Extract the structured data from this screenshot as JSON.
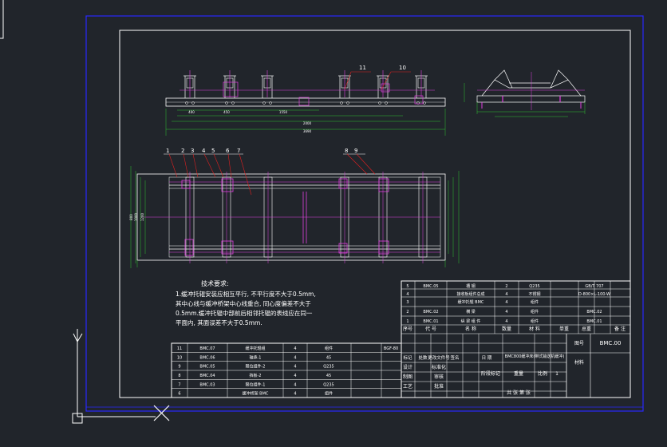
{
  "balloons_front": [
    "11",
    "10"
  ],
  "balloons_plan": [
    "1",
    "2",
    "3",
    "4",
    "5",
    "6",
    "7",
    "8",
    "9"
  ],
  "notes": {
    "title": "技术要求:",
    "lines": [
      "1.缓冲托辊安装应相互平行, 不平行度不大于0.5mm,",
      "  其中心线与缓冲桥架中心线重合, 同心度偏差不大于",
      "  0.5mm.缓冲托辊中部前后相邻托辊的表线应在同一",
      "  平面内, 其面误差不大于0.5mm."
    ]
  },
  "parts_right": [
    [
      "5",
      "BMC.05",
      "槽  钢",
      "2",
      "Q235",
      "GB/T 707"
    ],
    [
      "4",
      "",
      "接收板组件总成",
      "4",
      "不锈钢",
      "D-800×L-100-W"
    ],
    [
      "3",
      "",
      "缓冲托辊 BMC",
      "4",
      "组件",
      ""
    ],
    [
      "2",
      "BMC.02",
      "横  梁",
      "4",
      "组件",
      "BMC.02"
    ],
    [
      "1",
      "BMC.01",
      "纵 梁 组 件",
      "4",
      "组件",
      "BMC.01"
    ]
  ],
  "parts_right_header": [
    "序号",
    "代  号",
    "名  称",
    "数量",
    "材  料",
    "单重",
    "总重",
    "备  注"
  ],
  "parts_left": [
    [
      "11",
      "BMC.07",
      "缓冲托辊组",
      "4",
      "组件",
      "BGF-80"
    ],
    [
      "10",
      "BMC.06",
      "轴承-1",
      "4",
      "45",
      ""
    ],
    [
      "9",
      "BMC.05",
      "限位组件-2",
      "4",
      "Q235",
      ""
    ],
    [
      "8",
      "BMC.04",
      "挡板-2",
      "4",
      "45",
      ""
    ],
    [
      "7",
      "BMC.03",
      "限位组件-1",
      "4",
      "Q235",
      ""
    ],
    [
      "6",
      "",
      "缓冲桥架 BMC",
      "4",
      "组件",
      ""
    ]
  ],
  "title_block": {
    "drawing_no": "BMC.00",
    "title": "BMC800缓冲床(带式输送机缓冲)",
    "r1": [
      "标记",
      "处数",
      "更改文件号",
      "签名",
      "日 期"
    ],
    "r_design": "设计",
    "r_std": "标准化",
    "r_check": "审核",
    "r_craft": "工艺",
    "r_draw": "制图",
    "r_approve": "批准",
    "stage": "阶段标记",
    "weight": "重量",
    "scale": "比例",
    "scale_val": "1",
    "sheets": "共  张  第  张",
    "mat_lbl": "材料",
    "fig_lbl": "图号"
  },
  "front_dims": [
    "400",
    "450",
    "1550",
    "2000",
    "3690"
  ],
  "plan_dims": [
    "800",
    "1000",
    "1200"
  ]
}
